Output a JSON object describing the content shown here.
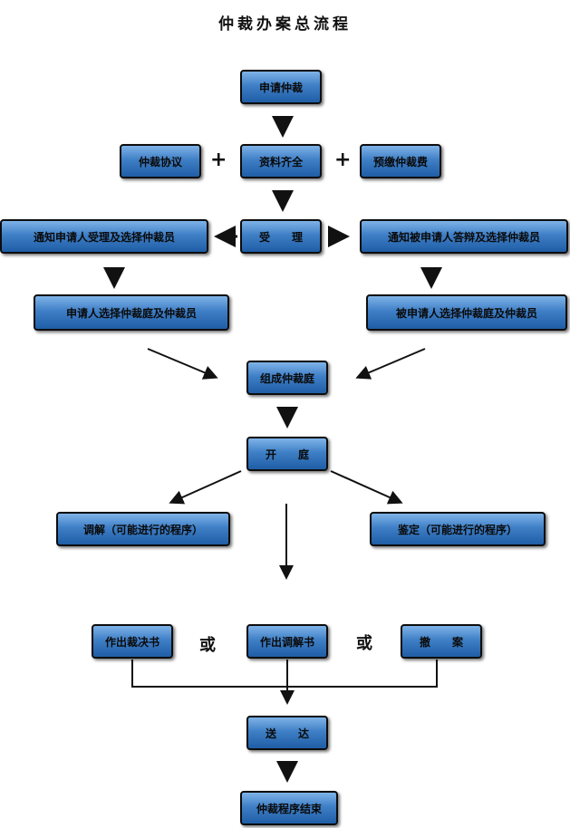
{
  "title": "仲裁办案总流程",
  "nodes": {
    "apply": "申请仲裁",
    "agreement": "仲裁协议",
    "docs": "资料齐全",
    "fee": "预缴仲裁费",
    "notify_applicant": "通知申请人受理及选择仲裁员",
    "accept": "受　　理",
    "notify_respondent": "通知被申请人答辩及选择仲裁员",
    "applicant_choose": "申请人选择仲裁庭及仲裁员",
    "respondent_choose": "被申请人选择仲裁庭及仲裁员",
    "form_tribunal": "组成仲裁庭",
    "hearing": "开　　庭",
    "mediation": "调解（可能进行的程序）",
    "appraisal": "鉴定（可能进行的程序）",
    "award": "作出裁决书",
    "mediation_doc": "作出调解书",
    "withdraw": "撤　　案",
    "service": "送　　达",
    "end": "仲裁程序结束"
  },
  "plus": "+",
  "or": "或"
}
